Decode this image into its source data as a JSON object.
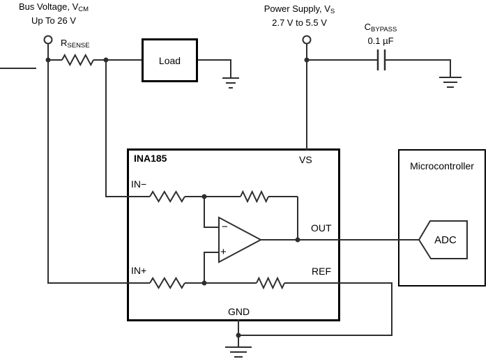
{
  "annotations": {
    "bus": {
      "line1_main": "Bus Voltage, V",
      "line1_sub": "CM",
      "line2": "Up To 26 V"
    },
    "supply": {
      "line1_main": "Power Supply, V",
      "line1_sub": "S",
      "line2": "2.7 V to 5.5 V"
    },
    "rsense": {
      "main": "R",
      "sub": "SENSE"
    },
    "cbypass": {
      "main": "C",
      "sub": "BYPASS",
      "value": "0.1 µF"
    }
  },
  "load": {
    "label": "Load"
  },
  "ina185": {
    "title": "INA185",
    "pins": {
      "vs": "VS",
      "in_minus": "IN−",
      "in_plus": "IN+",
      "out": "OUT",
      "ref": "REF",
      "gnd": "GND"
    },
    "opamp": {
      "minus": "−",
      "plus": "+"
    }
  },
  "microcontroller": {
    "title": "Microcontroller",
    "adc_label": "ADC"
  },
  "colors": {
    "wire": "#2e2e2e",
    "border": "#000000",
    "text": "#000000",
    "background": "#ffffff"
  }
}
